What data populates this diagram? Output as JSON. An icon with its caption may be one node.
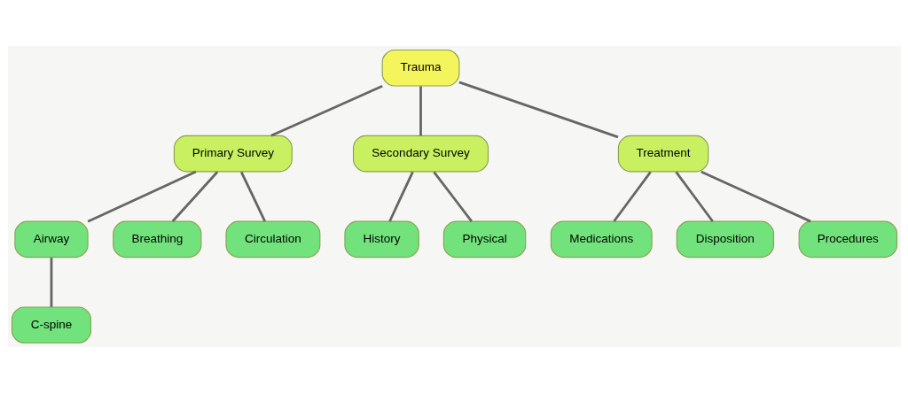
{
  "diagram": {
    "nodes": [
      {
        "text": [
          "Trauma"
        ]
      },
      {
        "text": [
          "Primary Survey"
        ]
      },
      {
        "text": [
          "Secondary Survey"
        ]
      },
      {
        "text": [
          "Treatment"
        ]
      },
      {
        "text": [
          "Airway"
        ]
      },
      {
        "text": [
          "Breathing"
        ]
      },
      {
        "text": [
          "Circulation"
        ]
      },
      {
        "text": [
          "C-spine"
        ]
      },
      {
        "text": [
          "History"
        ]
      },
      {
        "text": [
          "Physical"
        ]
      },
      {
        "text": [
          "Medications"
        ]
      },
      {
        "text": [
          "Disposition"
        ]
      },
      {
        "text": [
          "Procedures"
        ]
      }
    ],
    "edges": [
      {
        "from": 0,
        "to": 1,
        "arrow": "none"
      },
      {
        "from": 0,
        "to": 2,
        "arrow": "none"
      },
      {
        "from": 0,
        "to": 3,
        "arrow": "none"
      },
      {
        "from": 1,
        "to": 4,
        "arrow": "none"
      },
      {
        "from": 1,
        "to": 5,
        "arrow": "none"
      },
      {
        "from": 1,
        "to": 6,
        "arrow": "none"
      },
      {
        "from": 4,
        "to": 7,
        "arrow": "none"
      },
      {
        "from": 2,
        "to": 8,
        "arrow": "none"
      },
      {
        "from": 2,
        "to": 9,
        "arrow": "none"
      },
      {
        "from": 3,
        "to": 10,
        "arrow": "none"
      },
      {
        "from": 3,
        "to": 11,
        "arrow": "none"
      },
      {
        "from": 3,
        "to": 12,
        "arrow": "none"
      }
    ]
  }
}
